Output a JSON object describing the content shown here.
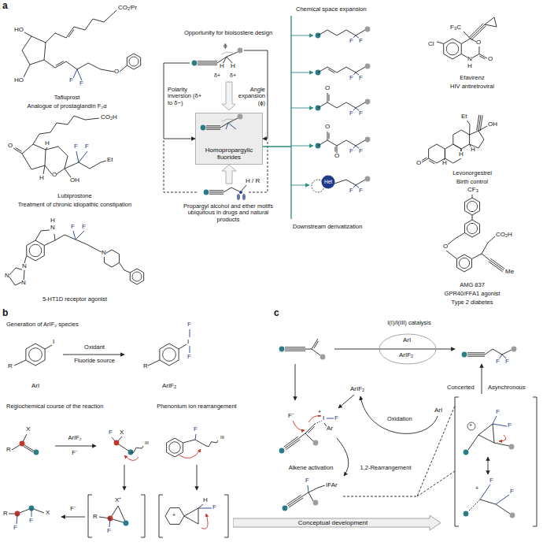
{
  "diagram": {
    "nodes": [
      {
        "text": [
          "Homopropargylic fluorides"
        ]
      },
      {
        "text": [
          "Conceptual development"
        ]
      }
    ],
    "labels": [
      "a",
      "HO",
      "HO",
      "CO₂ⁱPr",
      "O",
      "F",
      "F",
      "Tafluprost",
      "Analogue of prostaglandin F₂α",
      "CO₂H",
      "O",
      "H",
      "H",
      "O",
      "OH",
      "F",
      "F",
      "Et",
      "Lubiprostone",
      "Treatment of chronic idiopathic constipation",
      "H",
      "N",
      "N",
      "N",
      "N",
      "F",
      "F",
      "N",
      "5-HT1D receptor agonist",
      "Opportunity for bioisostere design",
      "ϕ",
      "H",
      "H",
      "δ+",
      "δ+",
      "Polarity inversion (δ+ to δ−)",
      "Angle expansion (ϕ)",
      "ϕ",
      "F",
      "F",
      "δ−",
      "δ−",
      "H / R",
      "Propargyl alcohol and ether motifs ubiquitous in drugs and natural products",
      "Chemical space expansion",
      "Downstream derivatization",
      "F",
      "F",
      "F",
      "F",
      "O",
      "F",
      "F",
      "O",
      "O",
      "F",
      "F",
      "Het",
      "F",
      "F",
      "Cl",
      "F₃C",
      "O",
      "N",
      "H",
      "O",
      "Efavirenz",
      "HIV antiretroviral",
      "Et",
      "OH",
      "H",
      "H",
      "H",
      "O",
      "Levonorgestrel",
      "Birth control",
      "CF₃",
      "CO₂H",
      "O",
      "Me",
      "AMG 837",
      "GPR40/FFA1 agonist",
      "Type 2 diabetes",
      "b",
      "Generation of ArIF₂ species",
      "R",
      "I",
      "ArI",
      "Oxidant",
      "Fluoride source",
      "R",
      "F",
      "I",
      "F",
      "ArIF₂",
      "Regiochemical course of the reaction",
      "Phenonium ion rearrangement",
      "X",
      "R",
      "ArIF₂",
      "F⁻",
      "F",
      "X",
      "III",
      "R",
      "X⁺",
      "F",
      "F⁻",
      "R",
      "F",
      "F",
      "X",
      "F",
      "III",
      "H",
      "F",
      "+",
      "c",
      "I(I)/I(III) catalysis",
      "ArI",
      "ArIF₂",
      "F",
      "F",
      "F⁻",
      "I",
      "F",
      "Ar",
      "+",
      "Alkene activation",
      "ArIF₂",
      "Oxidation",
      "ArI",
      "1,2-Rearrangement",
      "F",
      "IFAr",
      "Concerted",
      "Asynchronous",
      "F",
      "F",
      "+",
      "F",
      "+",
      "F"
    ]
  }
}
